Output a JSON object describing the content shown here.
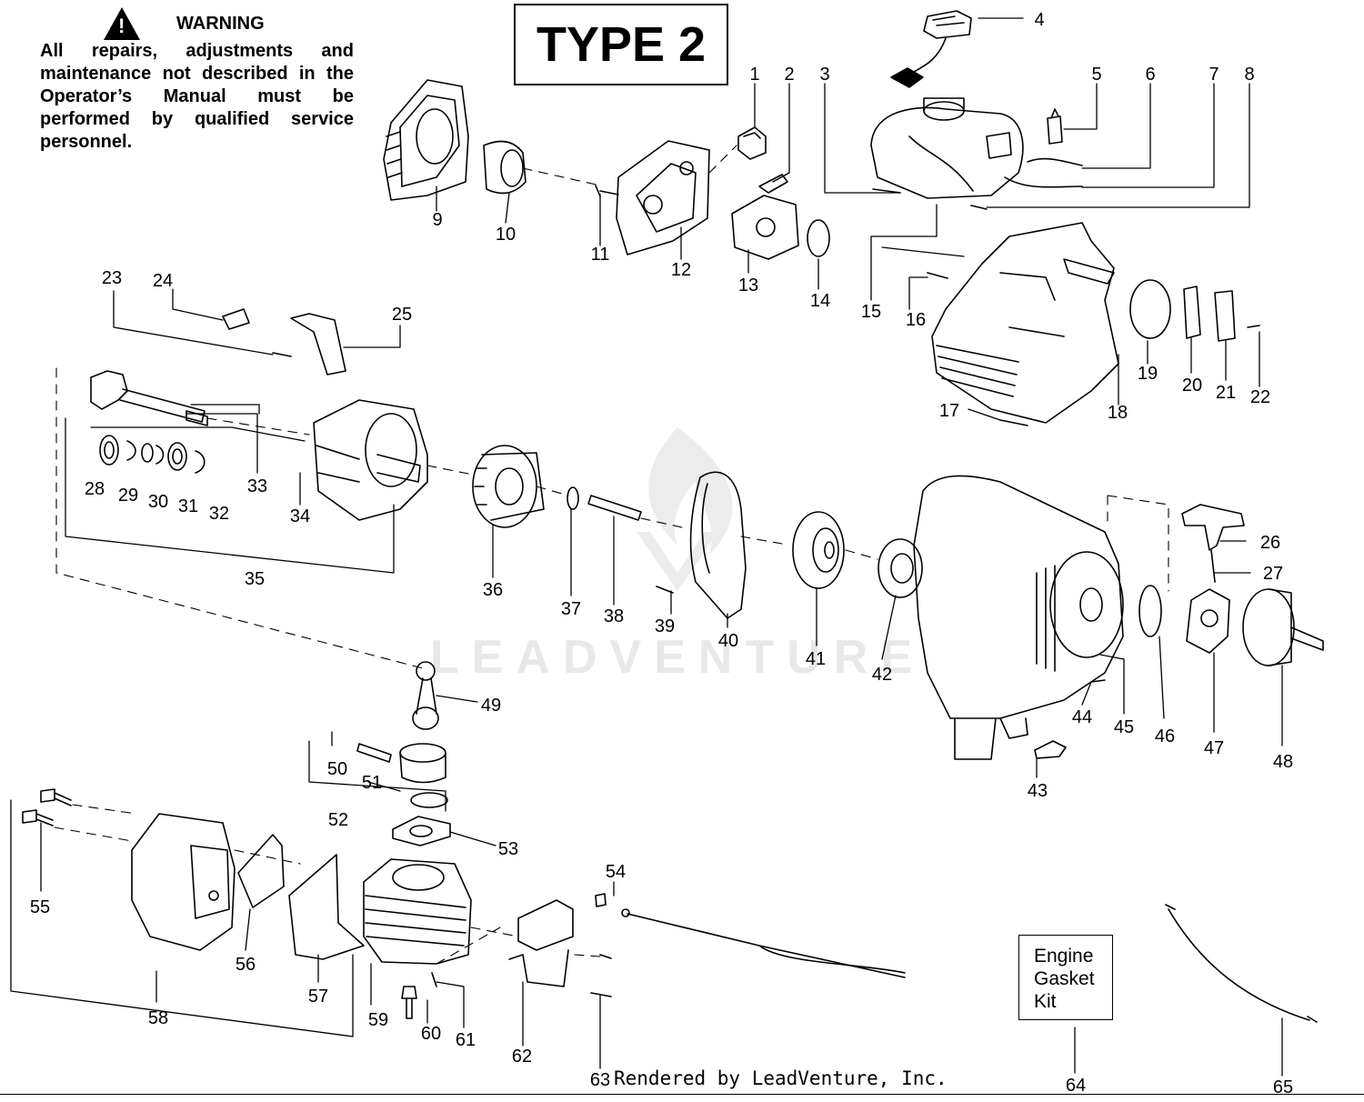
{
  "warning": {
    "title": "WARNING",
    "text": "All repairs, adjustments and maintenance not described in the Operator’s Manual must be performed by qualified service personnel."
  },
  "type_label": "TYPE 2",
  "kit_box": {
    "line1": "Engine",
    "line2": "Gasket",
    "line3": "Kit"
  },
  "credit": "Rendered by LeadVenture, Inc.",
  "watermark": "LEADVENTURE",
  "callouts": [
    "1",
    "2",
    "3",
    "4",
    "5",
    "6",
    "7",
    "8",
    "9",
    "10",
    "11",
    "12",
    "13",
    "14",
    "15",
    "16",
    "17",
    "18",
    "19",
    "20",
    "21",
    "22",
    "23",
    "24",
    "25",
    "26",
    "27",
    "28",
    "29",
    "30",
    "31",
    "32",
    "33",
    "34",
    "35",
    "36",
    "37",
    "38",
    "39",
    "40",
    "41",
    "42",
    "43",
    "44",
    "45",
    "46",
    "47",
    "48",
    "49",
    "50",
    "51",
    "52",
    "53",
    "54",
    "55",
    "56",
    "57",
    "58",
    "59",
    "60",
    "61",
    "62",
    "63",
    "64",
    "65"
  ]
}
